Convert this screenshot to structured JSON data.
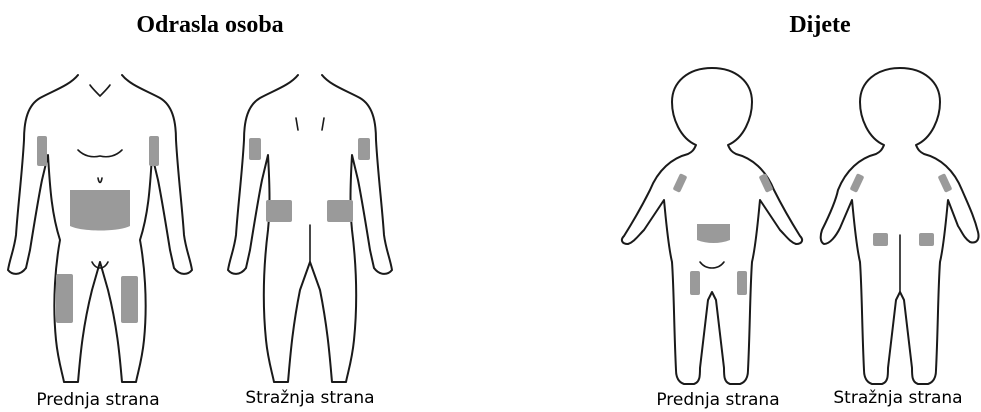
{
  "colors": {
    "injection_site": "#9a9a9a",
    "outline": "#1a1a1a"
  },
  "adult": {
    "heading": "Odrasla osoba",
    "front_caption": "Prednja strana",
    "back_caption": "Stražnja strana"
  },
  "child": {
    "heading": "Dijete",
    "front_caption": "Prednja strana",
    "back_caption": "Stražnja strana"
  }
}
